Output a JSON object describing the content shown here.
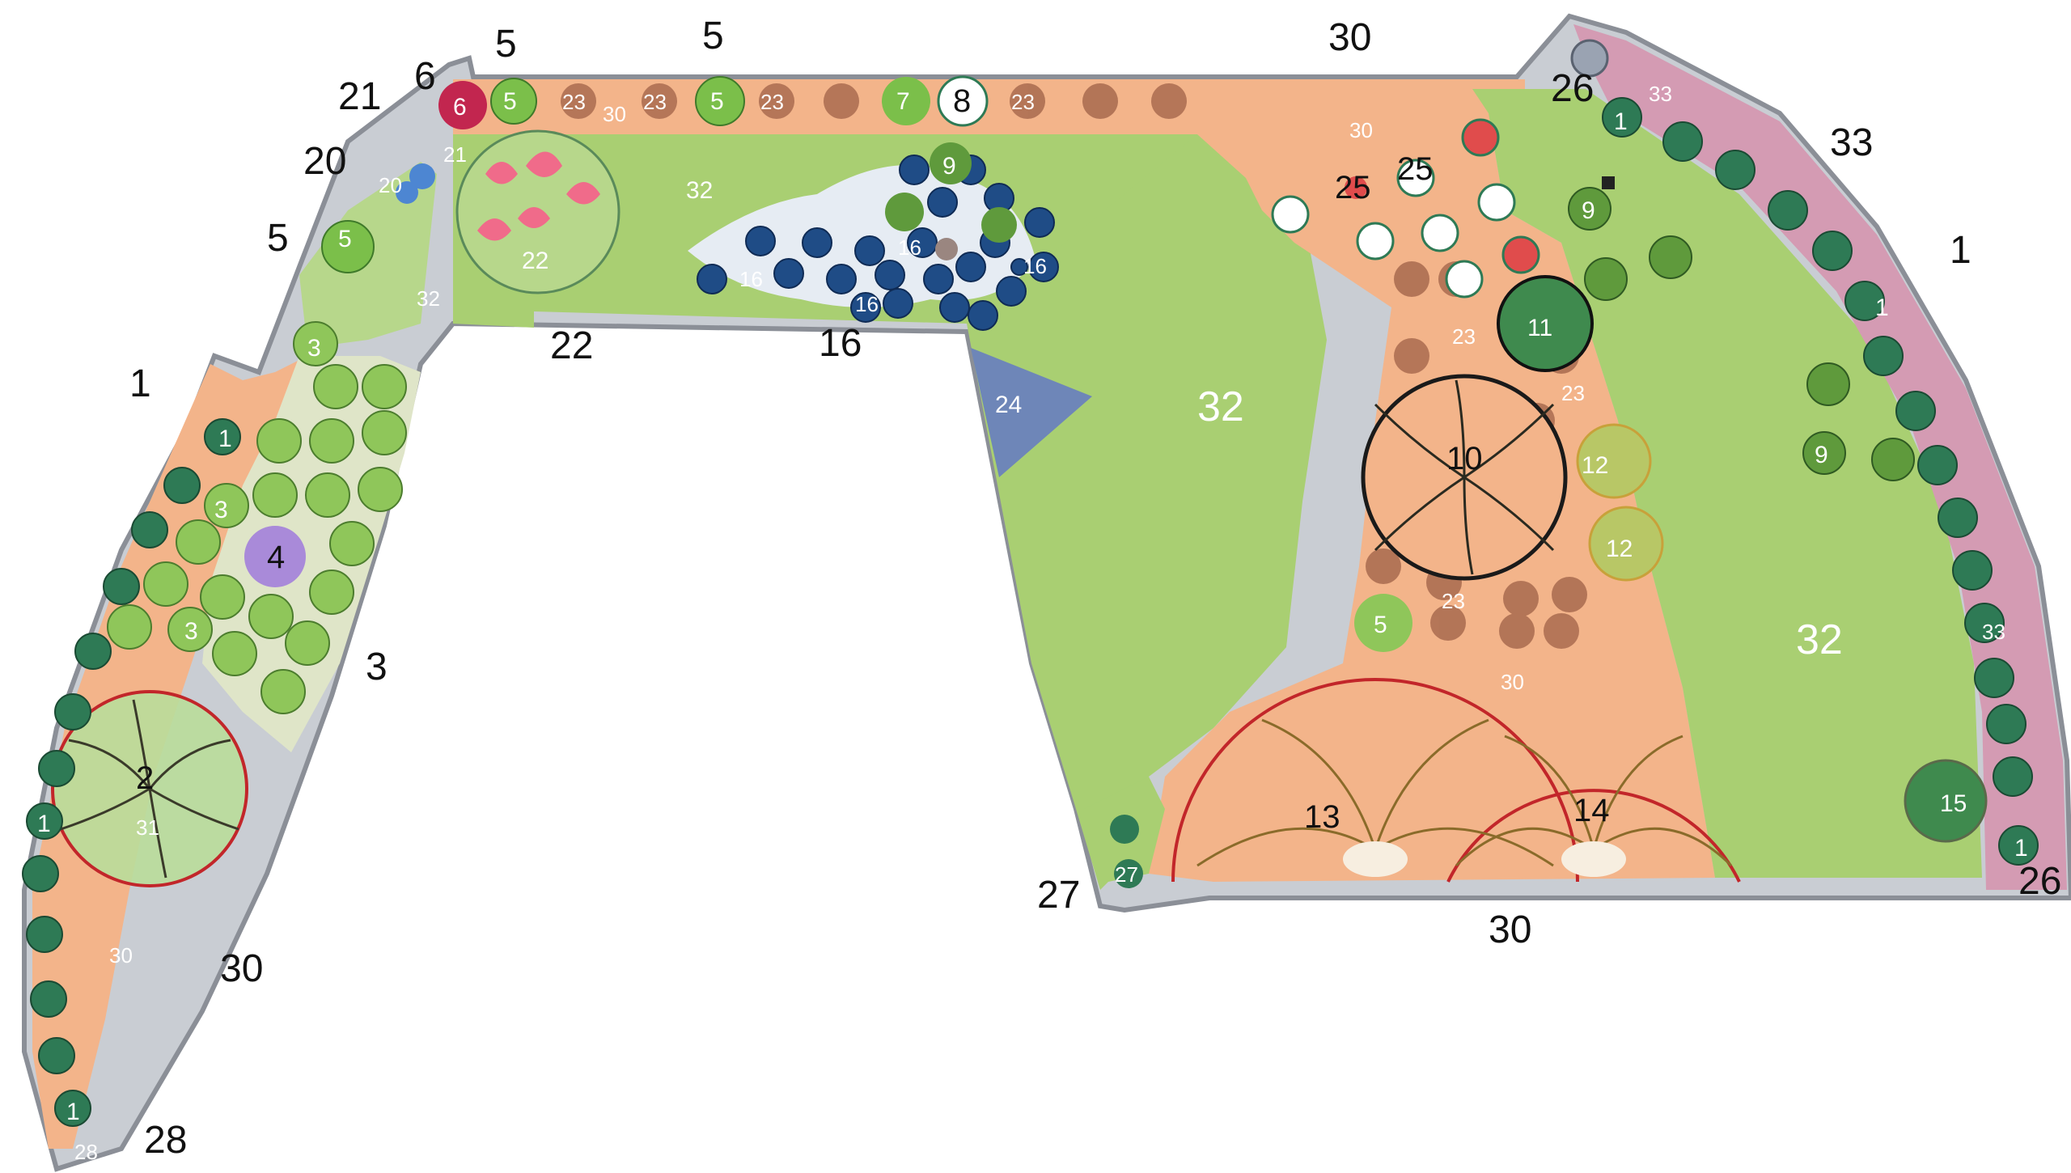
{
  "plan": {
    "exterior_labels": {
      "l1_left": "1",
      "l3_bottom": "3",
      "l5_top_a": "5",
      "l5_top_b": "5",
      "l5_left": "5",
      "l6": "6",
      "l20": "20",
      "l21": "21",
      "l22": "22",
      "l16": "16",
      "l30_top": "30",
      "l30_bottom": "30",
      "l30_left": "30",
      "l26_top": "26",
      "l26_bottom": "26",
      "l33": "33",
      "l1_right": "1",
      "l27": "27",
      "l28": "28"
    },
    "interior_labels": {
      "i2": "2",
      "i31": "31",
      "i4": "4",
      "i3a": "3",
      "i3b": "3",
      "i3c": "3",
      "i1a": "1",
      "i1b": "1",
      "i1c": "1",
      "i30_left": "30",
      "i32_left": "32",
      "i22": "22",
      "i21": "21",
      "i20": "20",
      "i5a": "5",
      "i5b": "5",
      "i5c": "5",
      "i5d": "5",
      "i6": "6",
      "i7": "7",
      "i8": "8",
      "i23a": "23",
      "i23b": "23",
      "i23c": "23",
      "i23d": "23",
      "i23e": "23",
      "i23f": "23",
      "i23g": "23",
      "i30_top": "30",
      "i32_top": "32",
      "i9a": "9",
      "i9b": "9",
      "i9c": "9",
      "i16a": "16",
      "i16b": "16",
      "i16c": "16",
      "i16d": "16",
      "i24": "24",
      "i32_mid": "32",
      "i30_mid": "30",
      "i25a": "25",
      "i25b": "25",
      "i11": "11",
      "i10": "10",
      "i12a": "12",
      "i12b": "12",
      "i13": "13",
      "i14": "14",
      "i32_right": "32",
      "i15": "15",
      "i1_r1": "1",
      "i1_r2": "1",
      "i1_r3": "1",
      "i33a": "33",
      "i33b": "33",
      "i27": "27",
      "i28": "28",
      "i30_bottom": "30"
    },
    "colors": {
      "lawn": "#a9cf72",
      "path": "#f3b48a",
      "border_pink": "#d49bb3",
      "shrub_green": "#3f8a4e",
      "conifer": "#2e7a55",
      "blue_perennial": "#1f4c86",
      "lavender": "#a98ad9",
      "tree_red": "#c2262a",
      "triangle": "#6e86b8",
      "outline": "#8b8f97"
    }
  }
}
